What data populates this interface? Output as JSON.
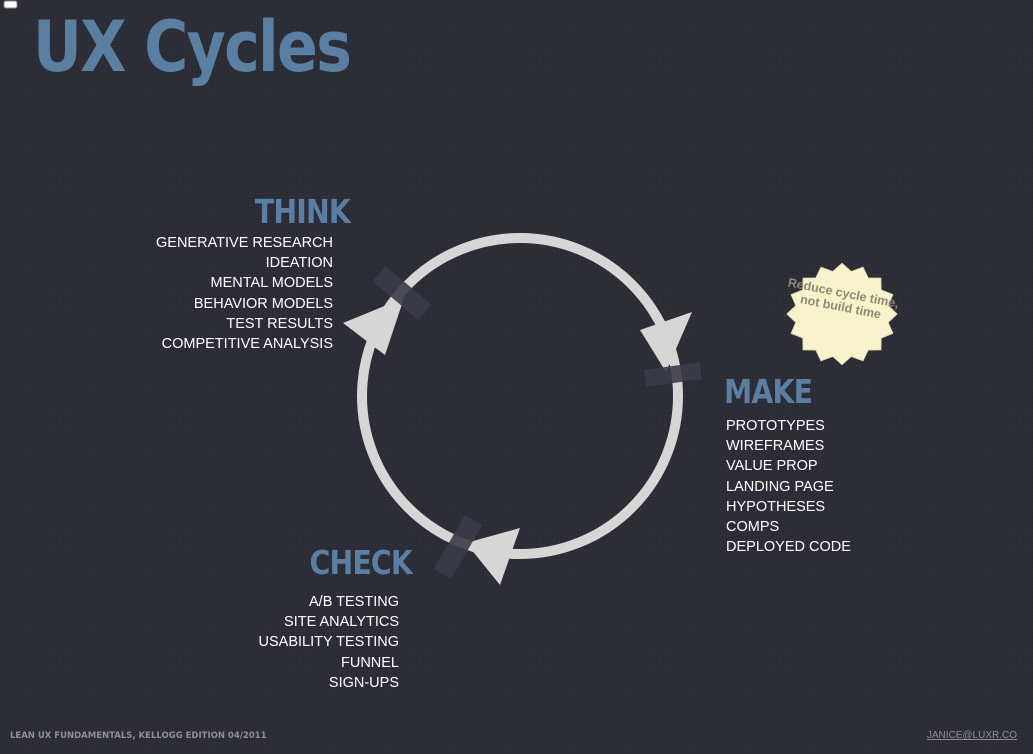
{
  "title": "UX Cycles",
  "think": {
    "heading": "THINK",
    "items": [
      "GENERATIVE RESEARCH",
      "IDEATION",
      "MENTAL MODELS",
      "BEHAVIOR MODELS",
      "TEST RESULTS",
      "COMPETITIVE ANALYSIS"
    ]
  },
  "make": {
    "heading": "MAKE",
    "items": [
      "PROTOTYPES",
      "WIREFRAMES",
      "VALUE PROP",
      "LANDING PAGE",
      "HYPOTHESES",
      "COMPS",
      "DEPLOYED CODE"
    ]
  },
  "check": {
    "heading": "CHECK",
    "items": [
      "A/B TESTING",
      "SITE ANALYTICS",
      "USABILITY TESTING",
      "FUNNEL",
      "SIGN-UPS"
    ]
  },
  "badge": {
    "text": "Reduce cycle time, not build time"
  },
  "footer": {
    "left": "LEAN UX FUNDAMENTALS, KELLOGG EDITION   04/2011",
    "right": "JANICE@LUXR.CO"
  },
  "colors": {
    "background": "#2b2c35",
    "accent": "#5b7ea3",
    "text": "#ffffff",
    "cycle": "#d6d6d6",
    "tape": "#3c3c48",
    "badge": "#f8f3cc"
  }
}
